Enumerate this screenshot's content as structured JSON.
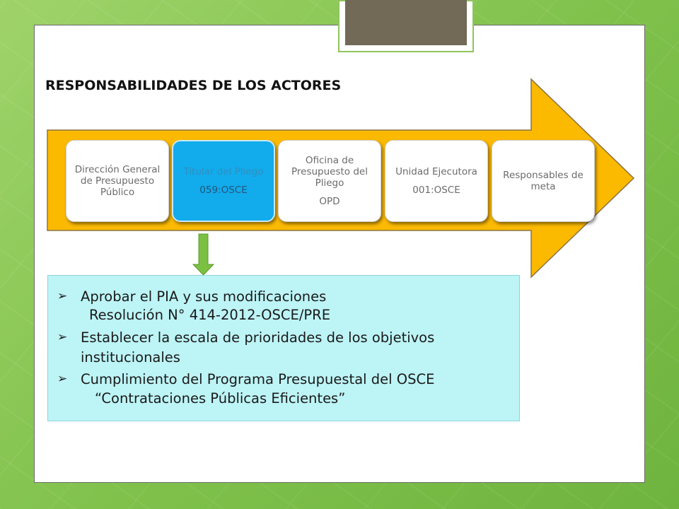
{
  "slide": {
    "title": "RESPONSABILIDADES DE LOS ACTORES"
  },
  "actors": [
    {
      "name": "Dirección General de Presupuesto Público",
      "code": ""
    },
    {
      "name": "Titular del Pliego",
      "code": "059:OSCE"
    },
    {
      "name": "Oficina de Presupuesto del Pliego",
      "code": "OPD"
    },
    {
      "name": "Unidad Ejecutora",
      "code": "001:OSCE"
    },
    {
      "name": "Responsables de meta",
      "code": ""
    }
  ],
  "responsibilities": {
    "bullet_glyph": "➢",
    "items": [
      {
        "text": "Aprobar el PIA y sus modificaciones",
        "detail": "Resolución N° 414-2012-OSCE/PRE"
      },
      {
        "text": "Establecer la escala de prioridades de los objetivos",
        "continuation": "institucionales"
      },
      {
        "text": "Cumplimiento del Programa Presupuestal del OSCE",
        "detail": "“Contrataciones Públicas Eficientes”"
      }
    ]
  },
  "colors": {
    "arrow_fill": "#fbb900",
    "arrow_stroke": "#8a7344",
    "highlight_box": "#12abec",
    "textbox_fill": "#bdf4f6",
    "down_arrow_fill": "#7bc043"
  }
}
